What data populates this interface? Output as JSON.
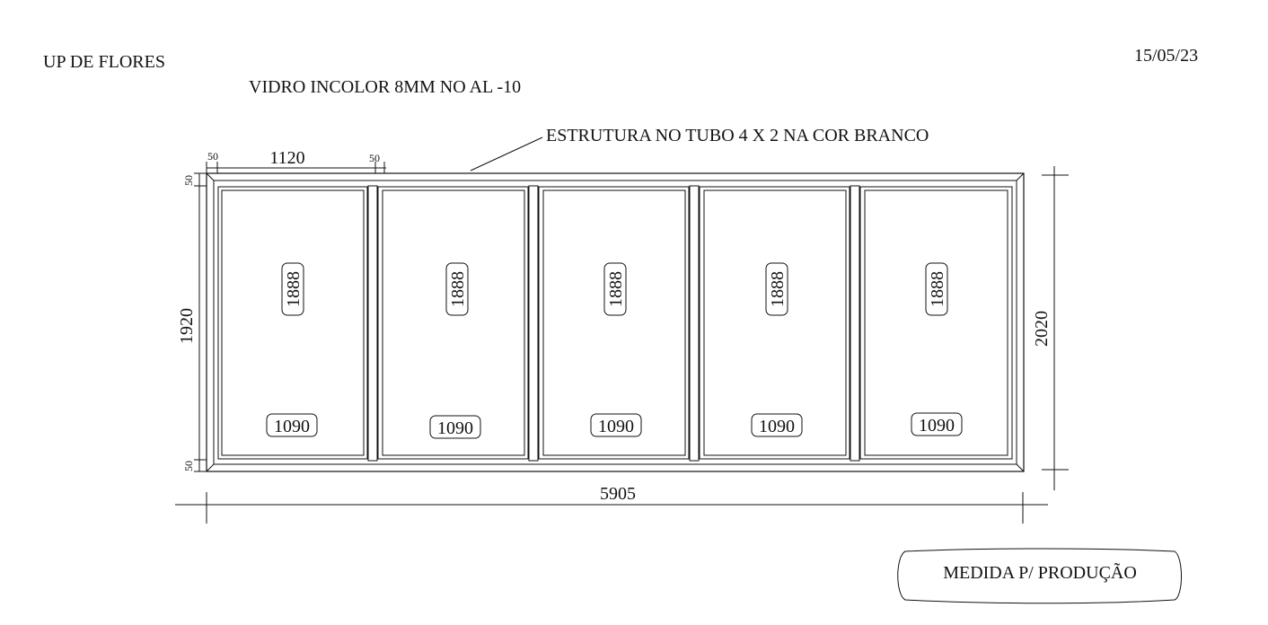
{
  "header": {
    "project": "UP DE FLORES",
    "glass_spec": "VIDRO INCOLOR 8MM NO AL -10",
    "date": "15/05/23"
  },
  "annotation": {
    "structure_note": "ESTRUTURA NO TUBO 4 X 2  NA COR BRANCO"
  },
  "dimensions": {
    "frame_width": "50",
    "frame_width_right": "50",
    "frame_height_top": "50",
    "frame_height_bottom": "50",
    "panel_span": "1120",
    "inner_height": "1920",
    "total_height": "2020",
    "total_width": "5905"
  },
  "panels": [
    {
      "height": "1888",
      "width": "1090"
    },
    {
      "height": "1888",
      "width": "1090"
    },
    {
      "height": "1888",
      "width": "1090"
    },
    {
      "height": "1888",
      "width": "1090"
    },
    {
      "height": "1888",
      "width": "1090"
    }
  ],
  "footer": {
    "stamp": "MEDIDA P/ PRODUÇÃO"
  }
}
